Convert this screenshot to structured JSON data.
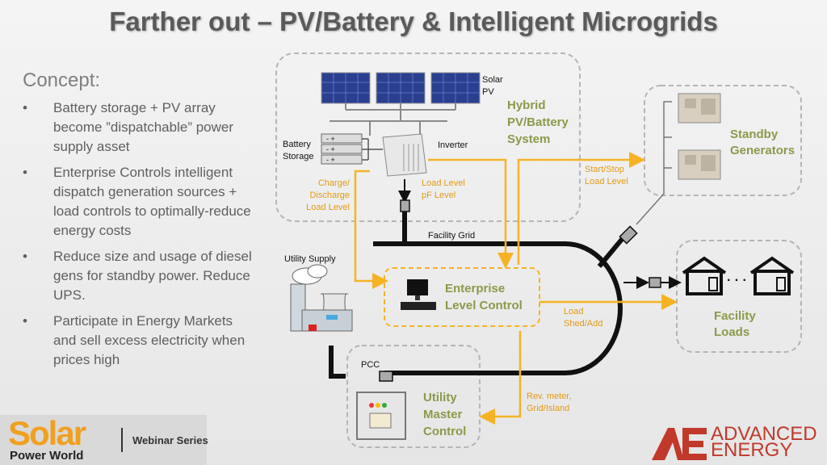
{
  "title": "Farther out – PV/Battery & Intelligent Microgrids",
  "concept": "Concept:",
  "bullet_marker": "•",
  "bullets": [
    "Battery storage + PV array become ”dispatchable” power supply asset",
    "Enterprise Controls intelligent dispatch generation sources + load controls to optimally-reduce energy costs",
    "Reduce size and usage of diesel gens for standby power.  Reduce UPS.",
    "Participate in Energy Markets and sell excess electricity when prices high"
  ],
  "diagram": {
    "solar_pv": [
      "Solar",
      "PV"
    ],
    "hybrid": [
      "Hybrid",
      "PV/Battery",
      "System"
    ],
    "battery": [
      "Battery",
      "Storage"
    ],
    "inverter": "Inverter",
    "charge": [
      "Charge/",
      "Discharge",
      "Load Level"
    ],
    "load_level_pf": [
      "Load Level",
      "pF Level"
    ],
    "standby": [
      "Standby",
      "Generators"
    ],
    "start_stop": [
      "Start/Stop",
      "Load Level"
    ],
    "facility_grid": "Facility Grid",
    "utility_supply": "Utility Supply",
    "enterprise": [
      "Enterprise",
      "Level Control"
    ],
    "load_shed": [
      "Load",
      "Shed/Add"
    ],
    "facility_loads": [
      "Facility",
      "Loads"
    ],
    "pcc": "PCC",
    "rev_meter": [
      "Rev. meter,",
      "Grid/Island"
    ],
    "umc": [
      "Utility",
      "Master",
      "Control"
    ],
    "dots": "· · ·"
  },
  "logos": {
    "sw_solar": "Solar",
    "sw_power": "Power World",
    "sw_webinar": "Webinar Series",
    "ae_line1": "ADVANCED",
    "ae_line2": "ENERGY"
  },
  "colors": {
    "accent": "#f5b324",
    "green_text": "#8a9a4a",
    "orange_text": "#e39a14"
  }
}
